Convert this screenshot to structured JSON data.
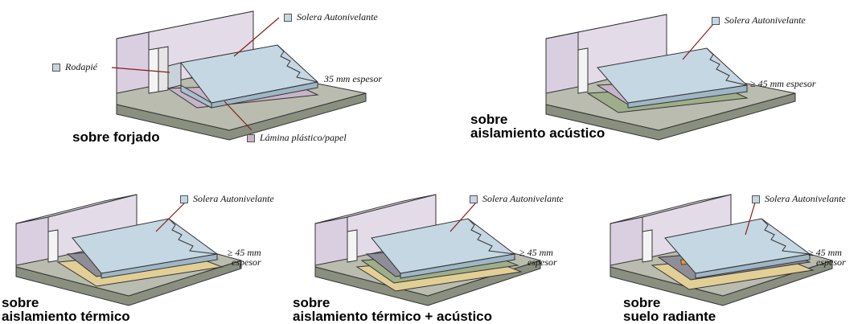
{
  "colors": {
    "solera": "#c5d7e3",
    "rodapie": "#c9d2da",
    "lamina": "#c8b4c8",
    "leader": "#8a1c1c"
  },
  "labels": {
    "solera": "Solera Autonivelante",
    "rodapie": "Rodapié",
    "lamina": "Lámina plástico/papel"
  },
  "panels": [
    {
      "caption": [
        "sobre forjado"
      ],
      "thickness": [
        "35 mm espesor"
      ],
      "variant": "forjado"
    },
    {
      "caption": [
        "sobre",
        "aislamiento acústico"
      ],
      "thickness": [
        "≥ 45 mm espesor"
      ],
      "variant": "acustico"
    },
    {
      "caption": [
        "sobre",
        "aislamiento térmico"
      ],
      "thickness": [
        "≥ 45 mm",
        "espesor"
      ],
      "variant": "termico"
    },
    {
      "caption": [
        "sobre",
        "aislamiento térmico + acústico"
      ],
      "thickness": [
        "≥ 45 mm",
        "espesor"
      ],
      "variant": "termico-acustico"
    },
    {
      "caption": [
        "sobre",
        "suelo radiante"
      ],
      "thickness": [
        "≥ 45 mm",
        "espesor"
      ],
      "variant": "radiante"
    }
  ]
}
